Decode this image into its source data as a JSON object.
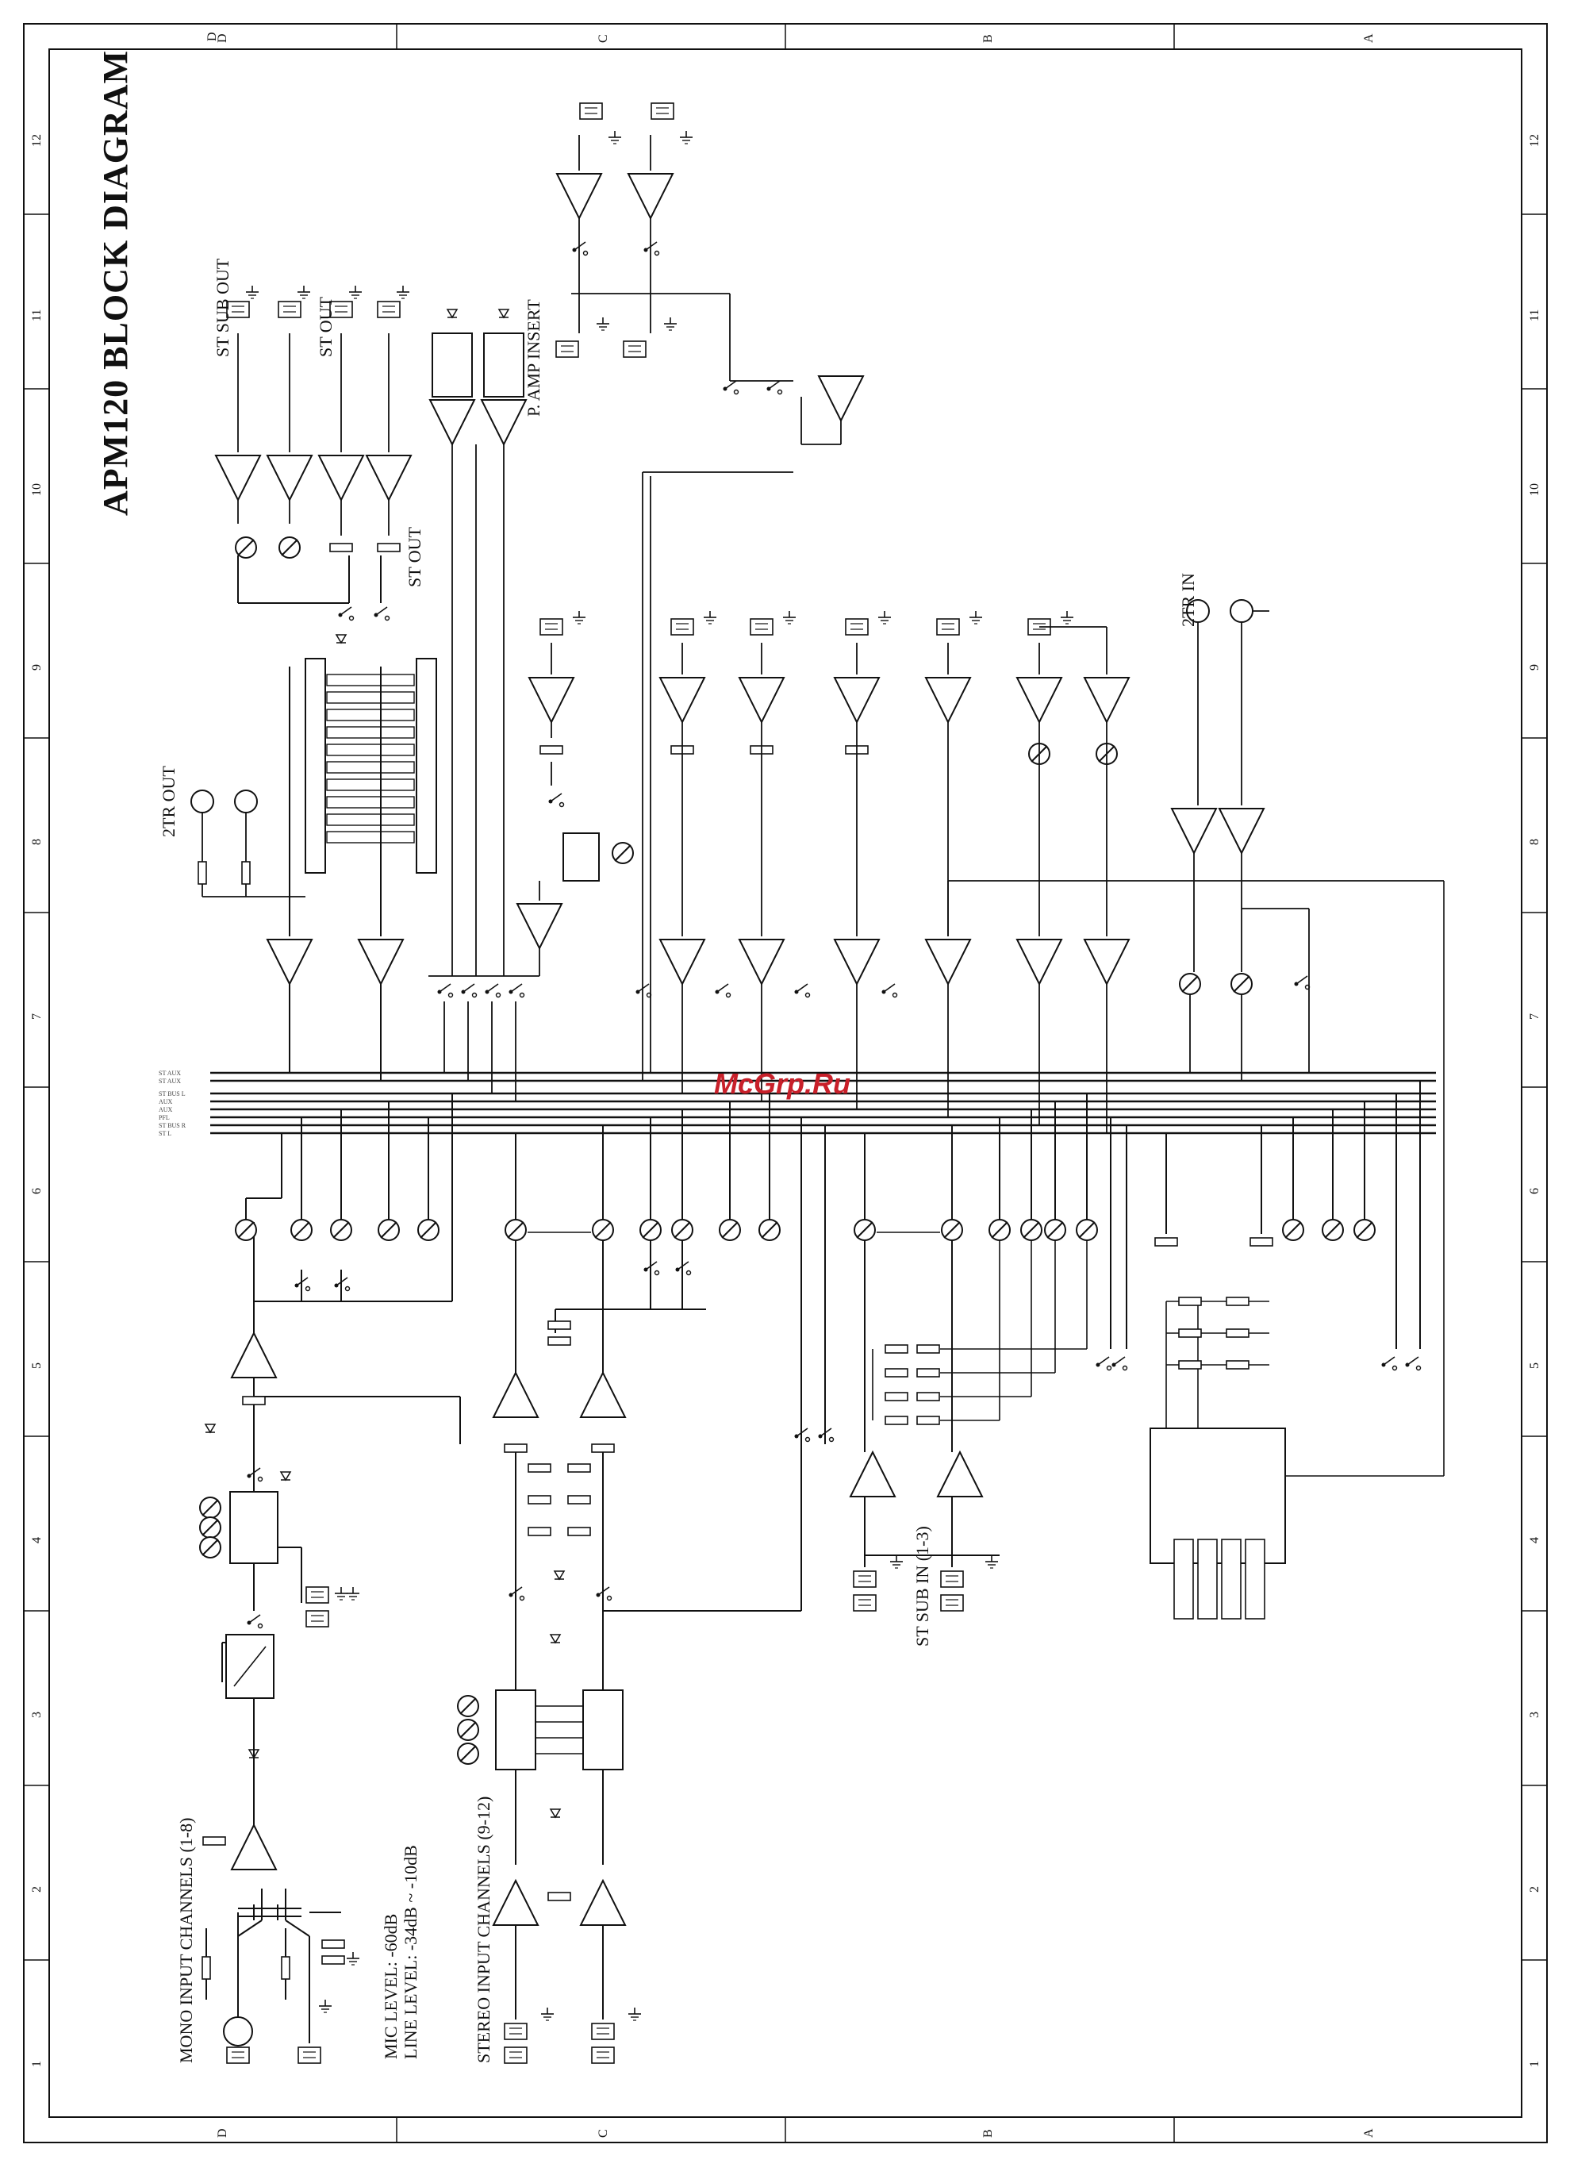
{
  "sheet": {
    "title": "APM120 BLOCK DIAGRAM",
    "watermark": "McGrp.Ru",
    "zones_top": [
      "D",
      "C",
      "B",
      "A"
    ],
    "zones_side": [
      "1",
      "2",
      "3",
      "4",
      "5",
      "6",
      "7",
      "8",
      "9",
      "10",
      "11",
      "12"
    ]
  },
  "labels": {
    "st_sub_out": "ST SUB OUT",
    "st_out": "ST OUT",
    "p_amp_insert": "P. AMP INSERT",
    "two_tr_out": "2TR OUT",
    "two_tr_in": "2TR IN",
    "mono_input": "MONO INPUT CHANNELS (1-8)",
    "stereo_input": "STEREO INPUT CHANNELS (9-12)",
    "st_sub_in": "ST SUB IN (1-3)",
    "mic_level": "MIC LEVEL: -60dB",
    "line_level": "LINE LEVEL: -34dB ~ -10dB"
  },
  "colors": {
    "ink": "#111111",
    "watermark": "#c8202a",
    "background": "#ffffff"
  }
}
